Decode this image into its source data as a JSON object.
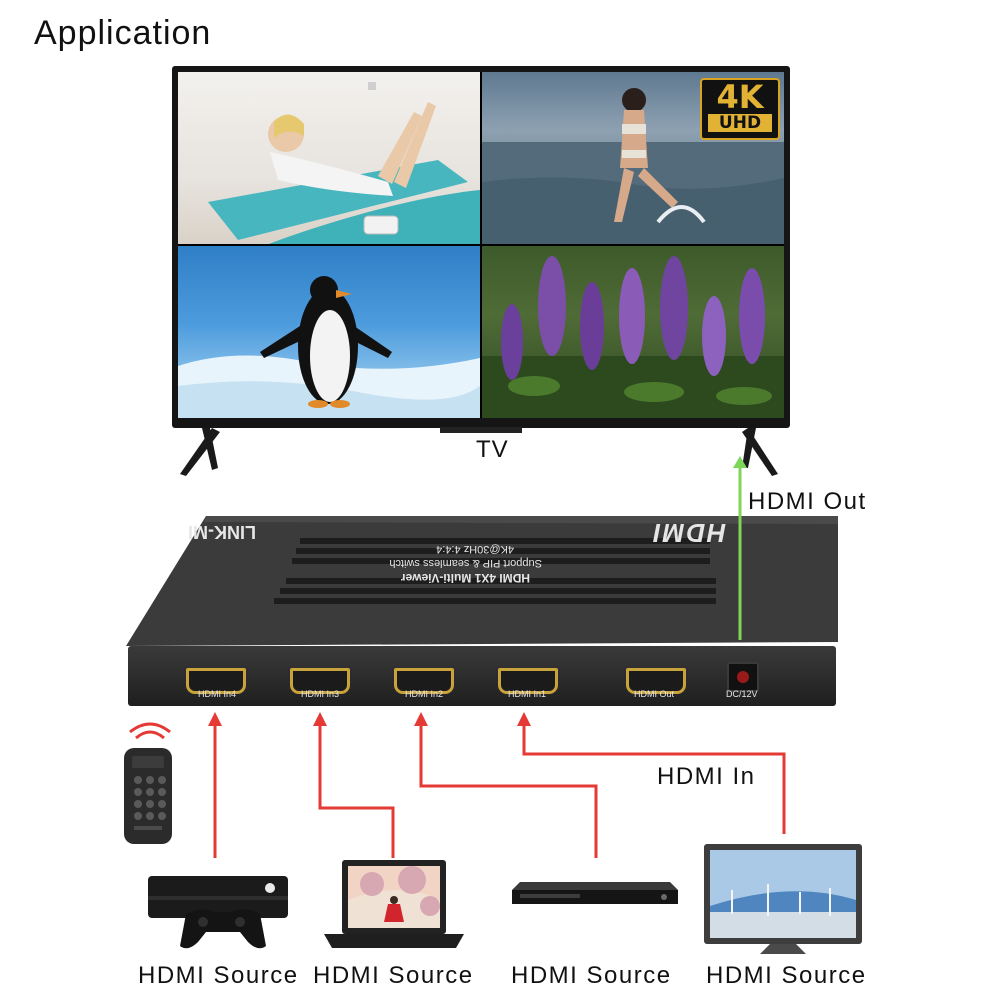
{
  "title": "Application",
  "tv": {
    "label": "TV",
    "badge_top": "4K",
    "badge_bottom": "UHD"
  },
  "device": {
    "brand": "LINK-MI",
    "logo_text": "HDMI",
    "line1": "HDMI 4X1 Multi-Viewer",
    "line2": "Support PIP & seamless switch",
    "line3": "4K@30Hz 4:4:4",
    "ports": [
      {
        "label": "HDMI In4"
      },
      {
        "label": "HDMI In3"
      },
      {
        "label": "HDMI In2"
      },
      {
        "label": "HDMI In1"
      },
      {
        "label": "HDMI Out"
      }
    ],
    "power_label": "DC/12V"
  },
  "labels": {
    "hdmi_out": "HDMI Out",
    "hdmi_in": "HDMI In"
  },
  "sources": [
    {
      "label": "HDMI Source",
      "icon": "game-console-icon"
    },
    {
      "label": "HDMI Source",
      "icon": "laptop-icon"
    },
    {
      "label": "HDMI Source",
      "icon": "dvd-player-icon"
    },
    {
      "label": "HDMI Source",
      "icon": "monitor-icon"
    }
  ],
  "colors": {
    "input_arrow": "#e53935",
    "output_arrow": "#7cd65a",
    "badge_gold": "#e2b235"
  }
}
